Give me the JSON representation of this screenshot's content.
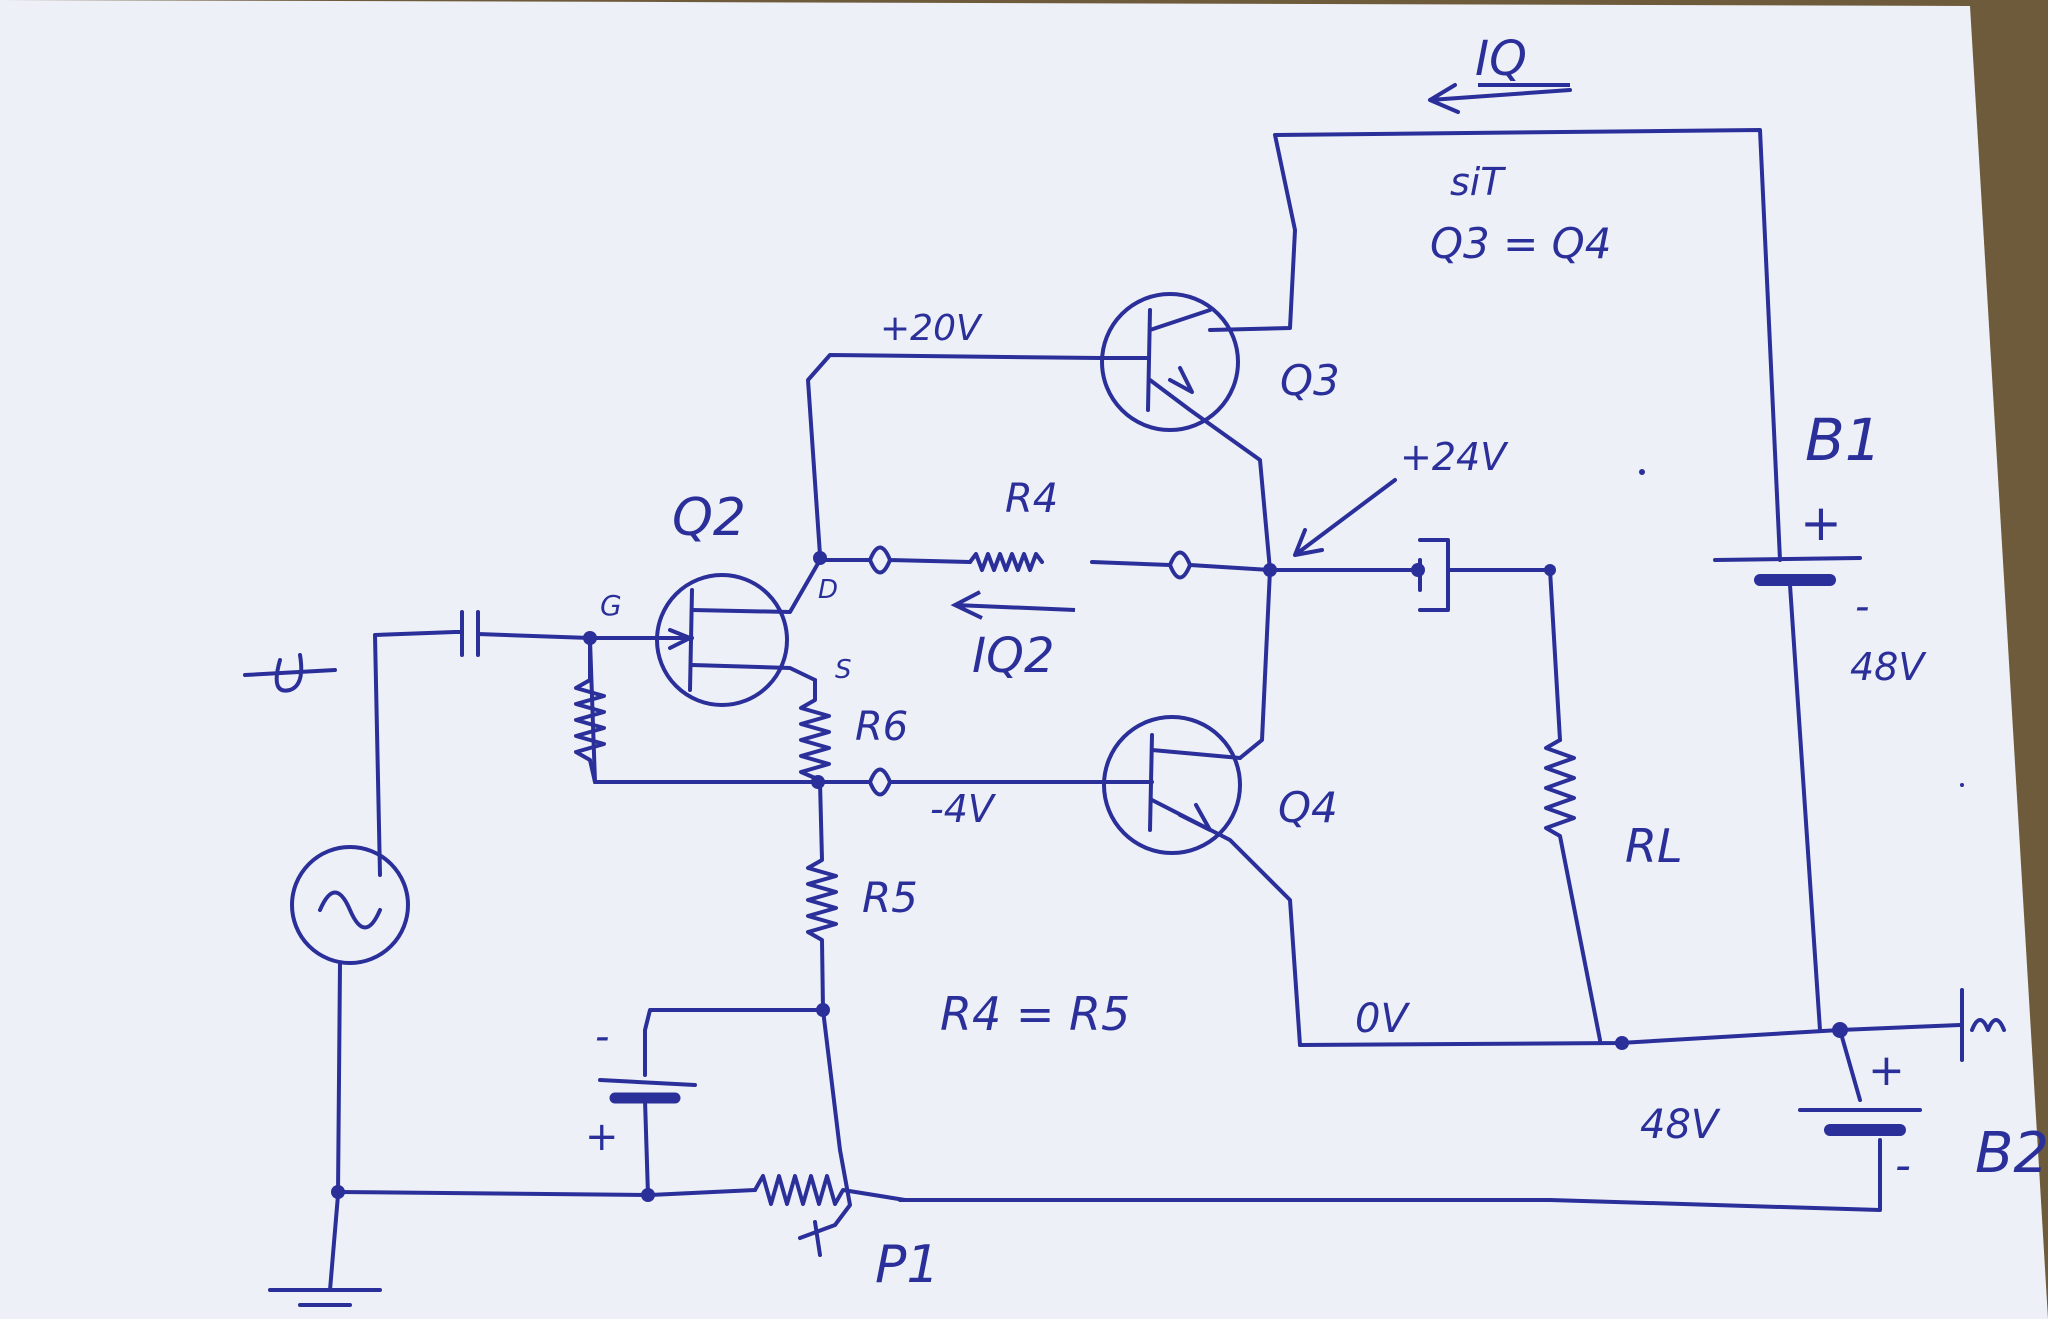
{
  "labels": {
    "iq": "IQ",
    "sit": "siT",
    "q3_eq_q4": "Q3 = Q4",
    "plus20v": "+20V",
    "q3": "Q3",
    "plus24v": "+24V",
    "b1": "B1",
    "b1_plus": "+",
    "b1_minus": "-",
    "b1_48v": "48V",
    "q2": "Q2",
    "r4": "R4",
    "g": "G",
    "d": "D",
    "s": "S",
    "iq2": "IQ2",
    "r6": "R6",
    "minus4v": "-4V",
    "q4": "Q4",
    "rl": "RL",
    "r5": "R5",
    "r4_eq_r5": "R4 = R5",
    "zero_v": "0V",
    "b2_48v": "48V",
    "b2_plus": "+",
    "b2_minus": "-",
    "b2": "B2",
    "p1": "P1",
    "bat_minus": "-",
    "bat_plus": "+"
  },
  "colors": {
    "ink": "#2a2f9a",
    "paper": "#eef0f7",
    "background": "#6b5a3a"
  }
}
